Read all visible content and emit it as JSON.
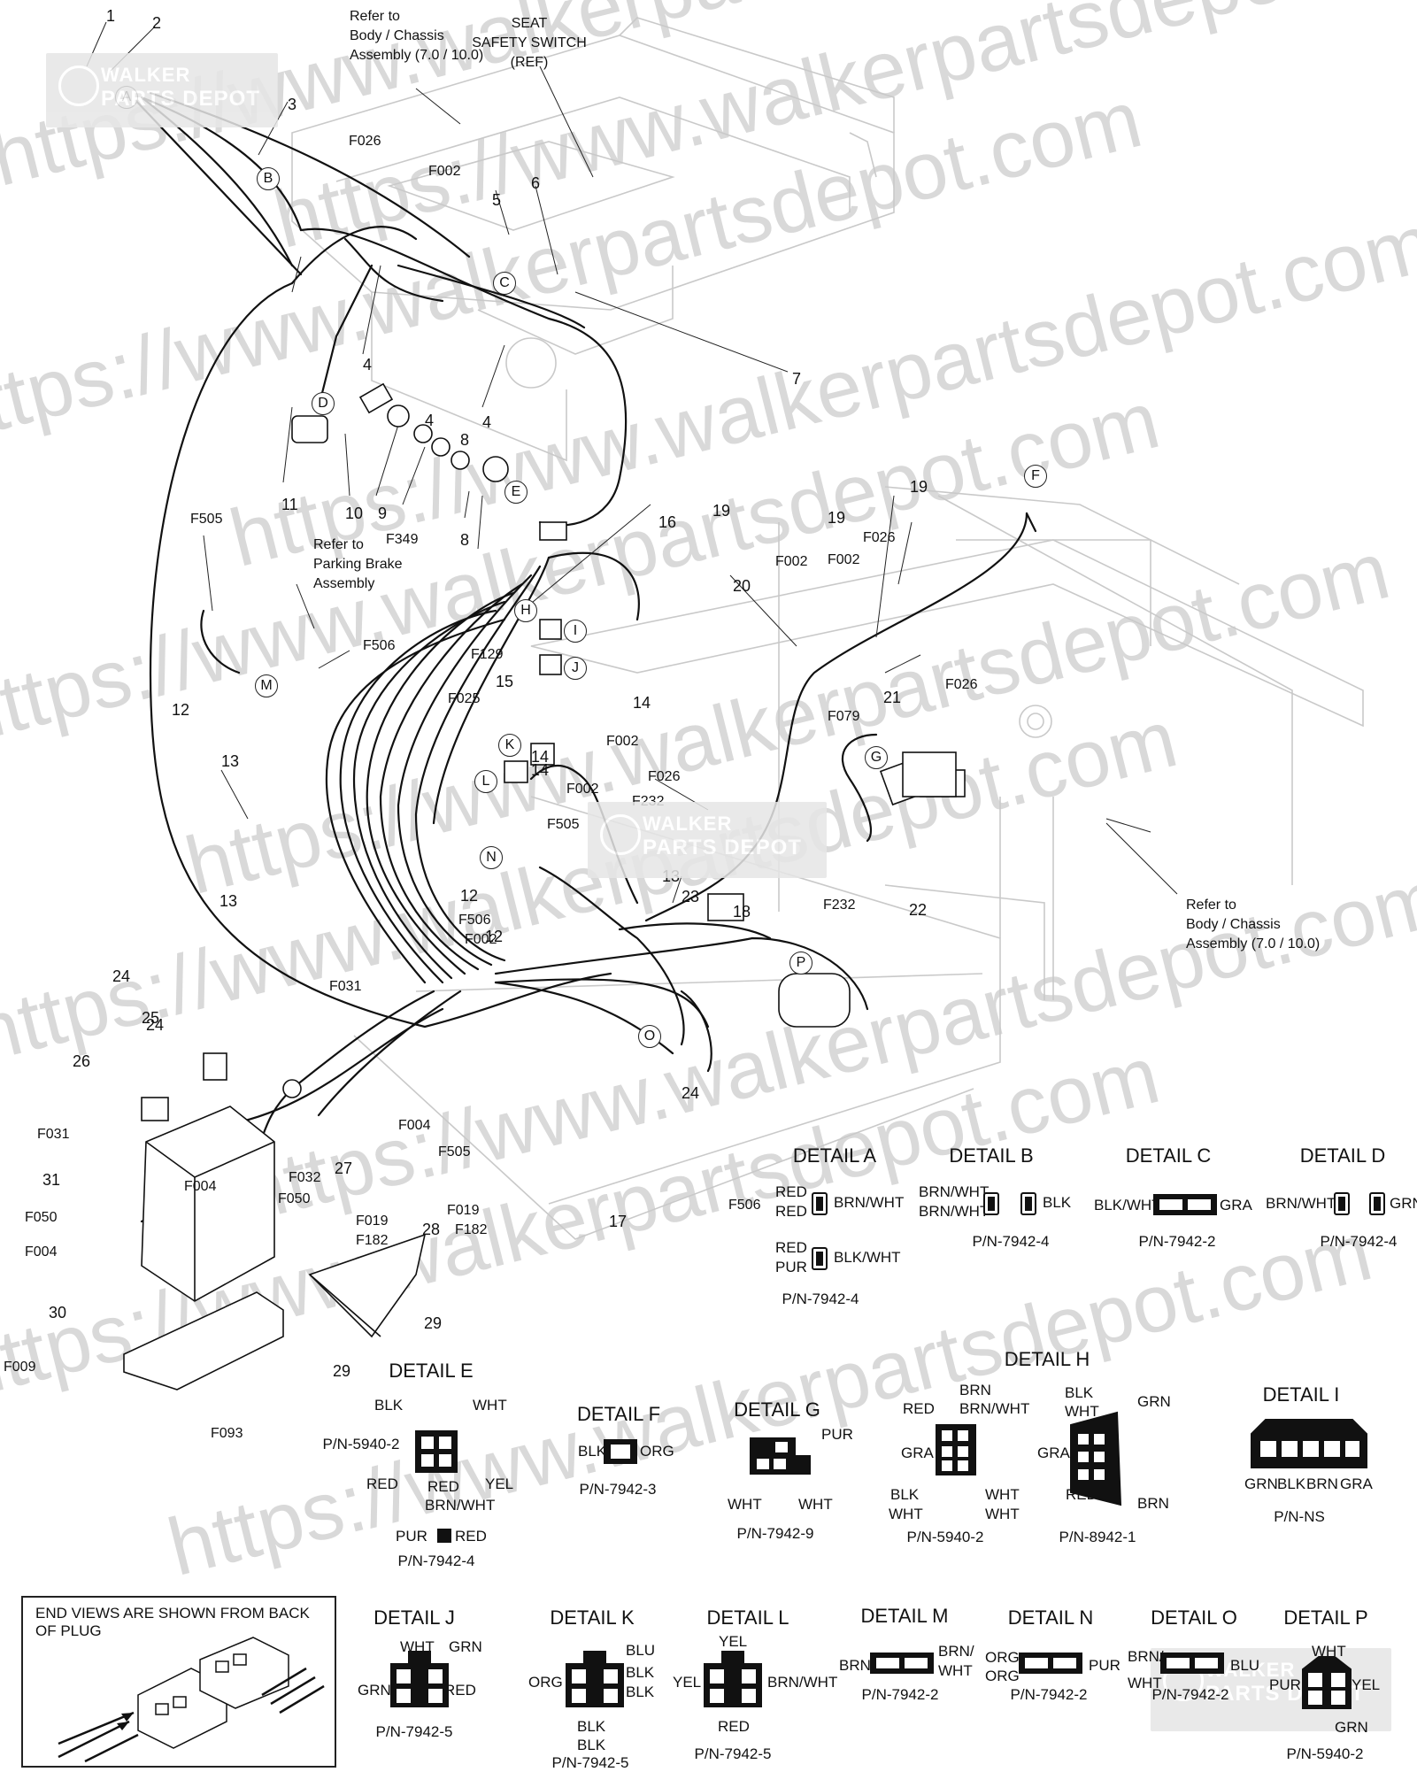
{
  "watermark": {
    "lines": [
      "https://www.walkerpartsdepot.com",
      "https://www.walkerpartsdepot.com",
      "https://www.walkerpartsdepot.com",
      "https://www.walkerpartsdepot.com",
      "https://www.walkerpartsdepot.com",
      "https://www.walkerpartsdepot.com",
      "https://www.walkerpartsdepot.com",
      "https://www.walkerpartsdepot.com",
      "https://www.walkerpartsdepot.com",
      "https://www.walkerpartsdepot.com"
    ],
    "logo_line1": "WALKER",
    "logo_line2": "PARTS DEPOT"
  },
  "refs": {
    "body_chassis_top": "Refer to\nBody / Chassis\nAssembly (7.0 / 10.0)",
    "seat_switch": "SEAT\nSAFETY SWITCH\n(REF)",
    "parking_brake": "Refer to\nParking Brake\nAssembly",
    "body_chassis_right": "Refer to\nBody / Chassis\nAssembly (7.0 / 10.0)"
  },
  "part_numbers": [
    "1",
    "2",
    "3",
    "4",
    "4",
    "4",
    "5",
    "6",
    "7",
    "8",
    "8",
    "9",
    "10",
    "11",
    "12",
    "12",
    "12",
    "13",
    "13",
    "13",
    "14",
    "14",
    "14",
    "15",
    "16",
    "17",
    "18",
    "19",
    "19",
    "19",
    "20",
    "21",
    "22",
    "23",
    "24",
    "24",
    "24",
    "25",
    "26",
    "27",
    "28",
    "29",
    "29",
    "30",
    "31"
  ],
  "fasteners": [
    "F026",
    "F002",
    "F349",
    "F505",
    "F506",
    "F129",
    "F025",
    "F002",
    "F002",
    "F505",
    "F232",
    "F026",
    "F506",
    "F002",
    "F232",
    "F031",
    "F004",
    "F505",
    "F004",
    "F032",
    "F050",
    "F031",
    "F050",
    "F004",
    "F019",
    "F182",
    "F019",
    "F182",
    "F009",
    "F093",
    "F506",
    "F002",
    "F002",
    "F026",
    "F026",
    "F079"
  ],
  "callouts": [
    "A",
    "B",
    "C",
    "D",
    "E",
    "F",
    "G",
    "H",
    "I",
    "J",
    "K",
    "L",
    "M",
    "N",
    "O",
    "P"
  ],
  "note": "END VIEWS ARE SHOWN FROM BACK OF PLUG",
  "details": {
    "A": {
      "title": "DETAIL A",
      "w1": "RED",
      "w2": "RED",
      "w3": "BRN/WHT",
      "w4": "RED",
      "w5": "PUR",
      "w6": "BLK/WHT",
      "pn": "P/N-7942-4"
    },
    "B": {
      "title": "DETAIL B",
      "w1": "BRN/WHT",
      "w2": "BRN/WHT",
      "w3": "BLK",
      "pn": "P/N-7942-4"
    },
    "C": {
      "title": "DETAIL C",
      "w1": "BLK/WHT",
      "w2": "GRA",
      "pn": "P/N-7942-2"
    },
    "D": {
      "title": "DETAIL D",
      "w1": "BRN/WHT",
      "w2": "GRN",
      "pn": "P/N-7942-4"
    },
    "E": {
      "title": "DETAIL E",
      "w1": "BLK",
      "w2": "WHT",
      "w3": "RED",
      "w4": "YEL",
      "w5": "RED",
      "w6": "BRN/WHT",
      "pn1": "P/N-5940-2",
      "w7": "PUR",
      "w8": "RED",
      "pn2": "P/N-7942-4"
    },
    "F": {
      "title": "DETAIL F",
      "w1": "BLK",
      "w2": "ORG",
      "pn": "P/N-7942-3"
    },
    "G": {
      "title": "DETAIL G",
      "w1": "PUR",
      "w2": "WHT",
      "w3": "WHT",
      "pn": "P/N-7942-9"
    },
    "H": {
      "title": "DETAIL H",
      "w1": "BRN",
      "w2": "BRN/WHT",
      "w3": "RED",
      "w4": "GRA",
      "w5": "BLK",
      "w6": "WHT",
      "w7": "WHT",
      "w8": "WHT",
      "pn1": "P/N-5940-2",
      "w9": "BLK",
      "w10": "WHT",
      "w11": "GRN",
      "w12": "GRA",
      "w13": "RED",
      "w14": "BRN",
      "pn2": "P/N-8942-1"
    },
    "I": {
      "title": "DETAIL I",
      "w1": "GRN",
      "w2": "BLK",
      "w3": "BRN",
      "w4": "GRA",
      "pn": "P/N-NS"
    },
    "J": {
      "title": "DETAIL J",
      "w1": "WHT",
      "w2": "GRN",
      "w3": "GRN",
      "w4": "RED",
      "pn": "P/N-7942-5"
    },
    "K": {
      "title": "DETAIL K",
      "w1": "BLU",
      "w2": "BLK",
      "w3": "BLK",
      "w4": "ORG",
      "w5": "BLK",
      "w6": "BLK",
      "pn": "P/N-7942-5"
    },
    "L": {
      "title": "DETAIL L",
      "w1": "YEL",
      "w2": "YEL",
      "w3": "BRN/WHT",
      "w4": "RED",
      "pn": "P/N-7942-5"
    },
    "M": {
      "title": "DETAIL M",
      "w1": "BRN",
      "w2": "BRN/",
      "w3": "WHT",
      "pn": "P/N-7942-2"
    },
    "N": {
      "title": "DETAIL N",
      "w1": "ORG",
      "w2": "ORG",
      "w3": "PUR",
      "pn": "P/N-7942-2"
    },
    "O": {
      "title": "DETAIL O",
      "w1": "BRN/",
      "w2": "WHT",
      "w3": "BLU",
      "pn": "P/N-7942-2"
    },
    "P": {
      "title": "DETAIL P",
      "w1": "WHT",
      "w2": "PUR",
      "w3": "YEL",
      "w4": "GRN",
      "pn": "P/N-5940-2"
    }
  }
}
